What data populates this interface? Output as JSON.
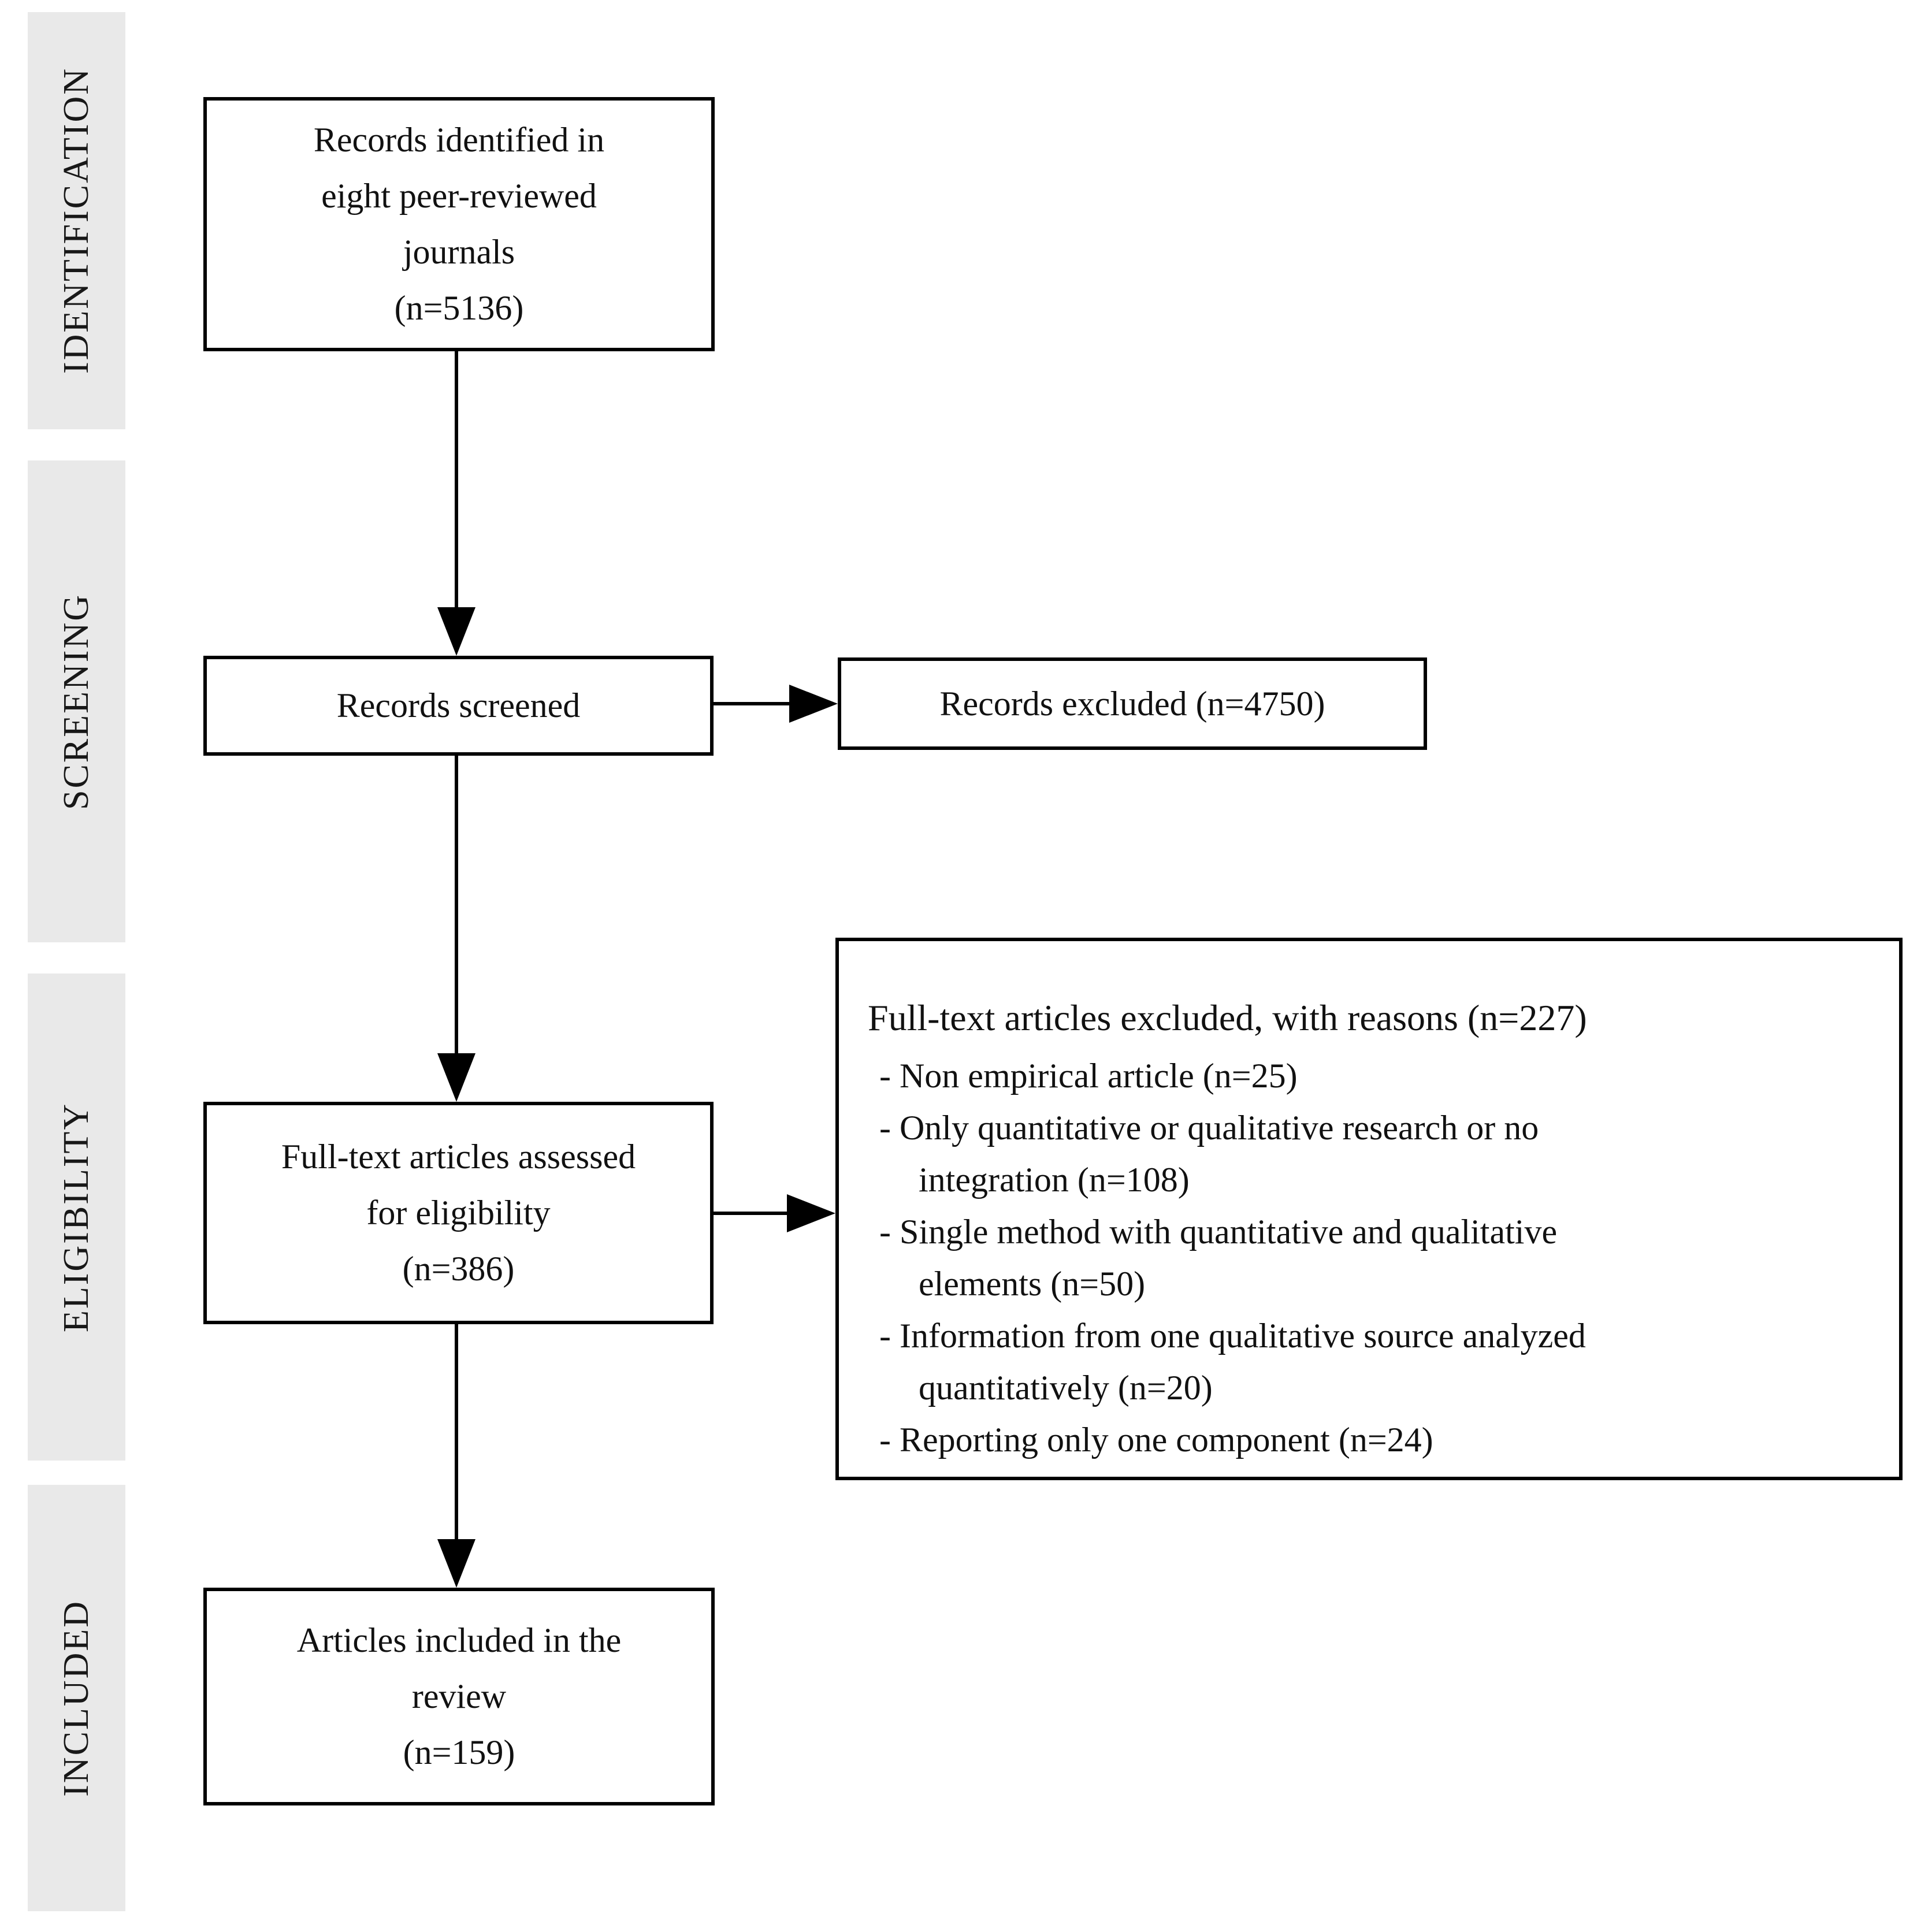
{
  "diagram": {
    "stages": [
      {
        "label": "IDENTIFICATION"
      },
      {
        "label": "SCREENING"
      },
      {
        "label": "ELIGIBILITY"
      },
      {
        "label": "INCLUDED"
      }
    ],
    "boxes": {
      "identified": {
        "lines": [
          "Records identified in",
          "eight peer-reviewed",
          "journals",
          "(n=5136)"
        ]
      },
      "screened": {
        "label": "Records screened"
      },
      "excluded": {
        "label": "Records excluded (n=4750)"
      },
      "assessed": {
        "lines": [
          "Full-text articles assessed",
          "for eligibility",
          "(n=386)"
        ]
      },
      "fulltext_excluded": {
        "title": "Full-text articles excluded, with reasons (n=227)",
        "lines": [
          "- Non empirical article (n=25)",
          "- Only quantitative or qualitative research or no",
          "integration (n=108)",
          "- Single method with quantitative and qualitative",
          "elements (n=50)",
          "- Information from one qualitative source analyzed",
          "quantitatively (n=20)",
          "- Reporting only one component (n=24)"
        ]
      },
      "included": {
        "lines": [
          "Articles included in the",
          "review",
          "(n=159)"
        ]
      }
    },
    "colors": {
      "band_bg": "#e9e9e9",
      "line": "#000000",
      "box_bg": "#ffffff",
      "text": "#111111"
    }
  }
}
